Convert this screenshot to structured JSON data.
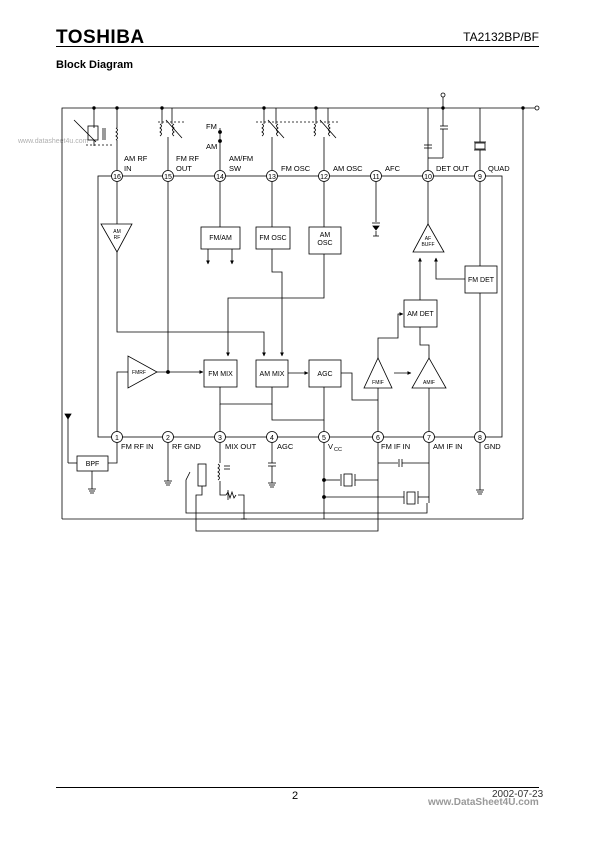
{
  "header": {
    "logo": "TOSHIBA",
    "part_number": "TA2132BP/BF"
  },
  "section_title": "Block Diagram",
  "watermark_top": "www.datasheet4u.com",
  "watermark_bottom": "www.DataSheet4U.com",
  "footer": {
    "page_number": "2",
    "date": "2002-07-23"
  },
  "diagram": {
    "top_pins": [
      {
        "num": "16",
        "label1": "AM RF",
        "label2": "IN"
      },
      {
        "num": "15",
        "label1": "FM RF",
        "label2": "OUT"
      },
      {
        "num": "14",
        "label1": "AM/FM",
        "label2": "SW"
      },
      {
        "num": "13",
        "label1": "FM OSC",
        "label2": ""
      },
      {
        "num": "12",
        "label1": "AM OSC",
        "label2": ""
      },
      {
        "num": "11",
        "label1": "AFC",
        "label2": ""
      },
      {
        "num": "10",
        "label1": "DET OUT",
        "label2": ""
      },
      {
        "num": "9",
        "label1": "QUAD",
        "label2": ""
      }
    ],
    "bottom_pins": [
      {
        "num": "1",
        "label": "FM RF IN"
      },
      {
        "num": "2",
        "label": "RF GND"
      },
      {
        "num": "3",
        "label": "MIX OUT"
      },
      {
        "num": "4",
        "label": "AGC"
      },
      {
        "num": "5",
        "label": "V"
      },
      {
        "num": "6",
        "label": "FM IF IN"
      },
      {
        "num": "7",
        "label": "AM IF IN"
      },
      {
        "num": "8",
        "label": "GND"
      }
    ],
    "vcc_subscript": "CC",
    "switch_fm": "FM",
    "switch_am": "AM",
    "blocks": {
      "fm_am": "FM/AM",
      "fm_osc": "FM OSC",
      "am_osc_1": "AM",
      "am_osc_2": "OSC",
      "fm_mix": "FM MIX",
      "am_mix": "AM MIX",
      "agc": "AGC",
      "am_det": "AM DET",
      "fm_det": "FM DET",
      "bpf": "BPF"
    },
    "amps": {
      "am_rf_1": "AM",
      "am_rf_2": "RF",
      "fmrf": "FMRF",
      "fmif": "FMIF",
      "amif": "AMIF",
      "af_buff_1": "AF",
      "af_buff_2": "BUFF"
    }
  }
}
